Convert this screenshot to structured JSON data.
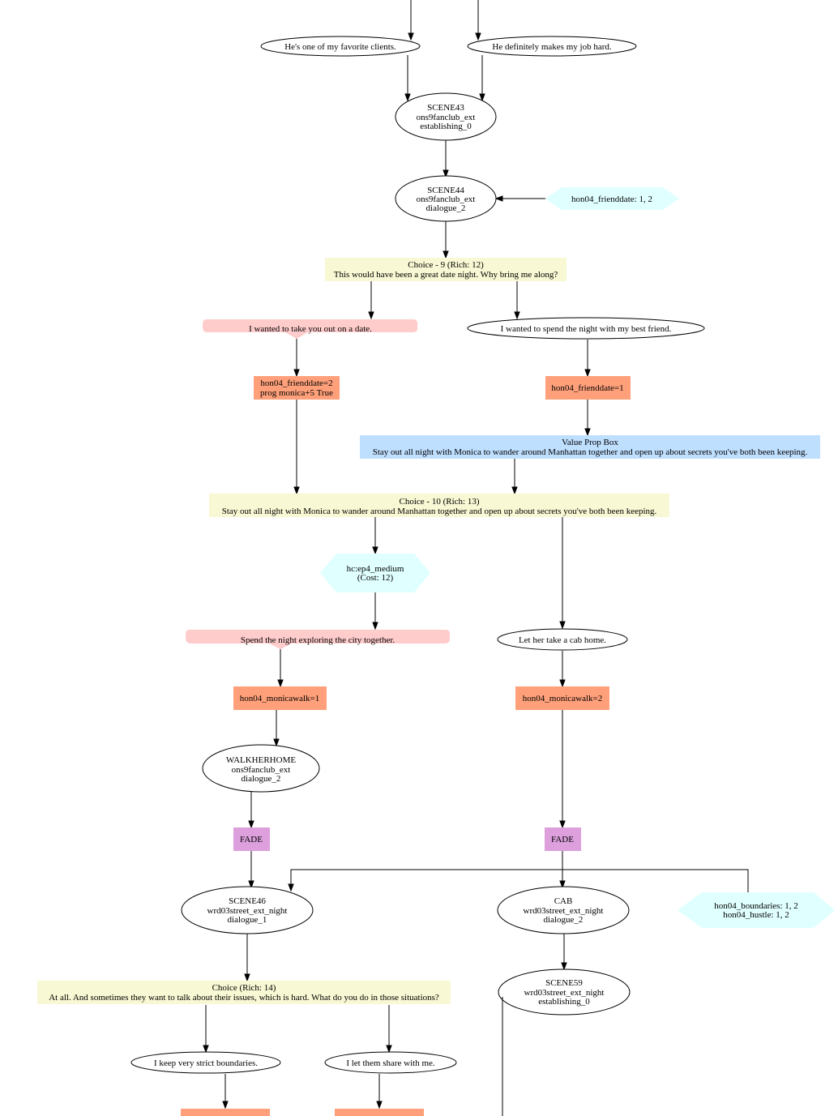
{
  "colors": {
    "choice": "#f8f8d4",
    "flag": "#ffa07a",
    "value_prop": "#bfdfff",
    "hex": "#e0ffff",
    "pink": "#ffcccc",
    "fade": "#dda0dd"
  },
  "nodes": {
    "opt_favorite": "He's one of my favorite clients.",
    "opt_hard": "He definitely makes my job hard.",
    "scene43": [
      "SCENE43",
      "ons9fanclub_ext",
      "establishing_0"
    ],
    "scene44": [
      "SCENE44",
      "ons9fanclub_ext",
      "dialogue_2"
    ],
    "hex_frienddate": "hon04_frienddate: 1, 2",
    "choice9": [
      "Choice - 9 (Rich: 12)",
      "This would have been a great date night. Why bring me along?"
    ],
    "opt_date": "I wanted to take you out on a date.",
    "opt_friend": "I wanted to spend the night with my best friend.",
    "flag_frienddate2": [
      "hon04_frienddate=2",
      "prog monica+5 True"
    ],
    "flag_frienddate1": "hon04_frienddate=1",
    "value_prop": [
      "Value Prop Box",
      "Stay out all night with Monica to wander around Manhattan together and open up about secrets you've both been keeping."
    ],
    "choice10": [
      "Choice - 10 (Rich: 13)",
      "Stay out all night with Monica to wander around Manhattan together and open up about secrets you've both been keeping."
    ],
    "hex_ep4": [
      "hc:ep4_medium",
      "(Cost: 12)"
    ],
    "opt_explore": "Spend the night exploring the city together.",
    "opt_cab": "Let her take a cab home.",
    "flag_walk1": "hon04_monicawalk=1",
    "flag_walk2": "hon04_monicawalk=2",
    "walkherhome": [
      "WALKHERHOME",
      "ons9fanclub_ext",
      "dialogue_2"
    ],
    "fade_left": "FADE",
    "fade_right": "FADE",
    "scene46": [
      "SCENE46",
      "wrd03street_ext_night",
      "dialogue_1"
    ],
    "cab": [
      "CAB",
      "wrd03street_ext_night",
      "dialogue_2"
    ],
    "hex_boundaries": [
      "hon04_boundaries: 1, 2",
      "hon04_hustle: 1, 2"
    ],
    "choice14": [
      "Choice (Rich: 14)",
      "At all. And sometimes they want to talk about their issues, which is hard. What do you do in those situations?"
    ],
    "scene59": [
      "SCENE59",
      "wrd03street_ext_night",
      "establishing_0"
    ],
    "opt_boundaries": "I keep very strict boundaries.",
    "opt_share": "I let them share with me."
  }
}
